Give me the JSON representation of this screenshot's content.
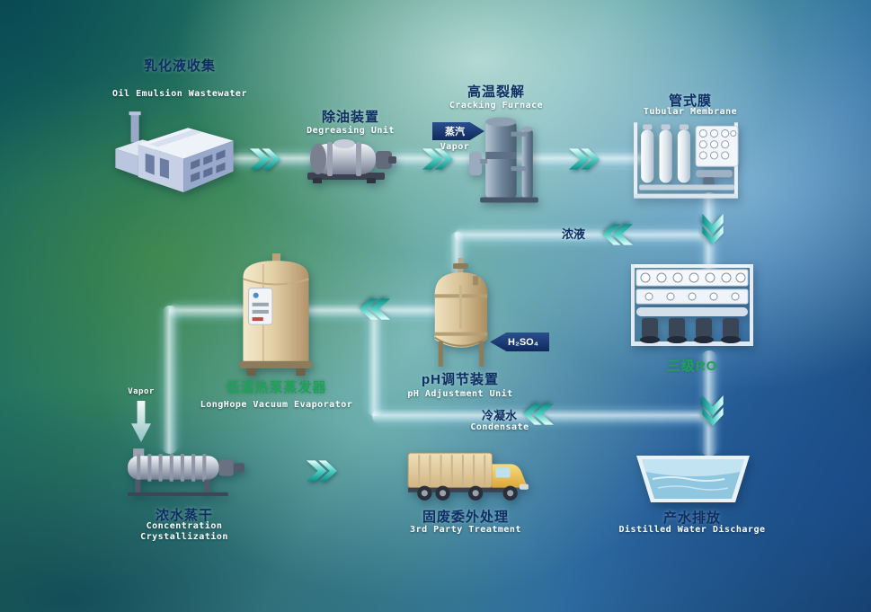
{
  "diagram": {
    "stages": {
      "factory": {
        "zh": "乳化液收集",
        "en": "Oil Emulsion Wastewater"
      },
      "degreasing": {
        "zh": "除油装置",
        "en": "Degreasing Unit"
      },
      "furnace": {
        "zh": "高温裂解",
        "en": "Cracking Furnace"
      },
      "membrane": {
        "zh": "管式膜",
        "en": "Tubular Membrane"
      },
      "ro": {
        "zh": "三级RO"
      },
      "ph_unit": {
        "zh": "pH调节装置",
        "en": "pH Adjustment Unit"
      },
      "evaporator": {
        "zh": "低温热泵蒸发器",
        "en": "LongHope Vacuum Evaporator"
      },
      "crystallizer": {
        "zh": "浓水蒸干",
        "en_line1": "Concentration",
        "en_line2": "Crystallization"
      },
      "truck": {
        "zh": "固废委外处理",
        "en": "3rd Party Treatment"
      },
      "pool": {
        "zh": "产水排放",
        "en": "Distilled Water Discharge"
      }
    },
    "flow_labels": {
      "steam": {
        "zh": "蒸汽",
        "en": "Vapor"
      },
      "concentrate": {
        "zh": "浓液"
      },
      "acid": {
        "formula": "H₂SO₄"
      },
      "condensate": {
        "zh": "冷凝水",
        "en": "Condensate"
      },
      "evaporator_vapor": {
        "en": "Vapor"
      }
    },
    "colors": {
      "label_navy": "#0d2f63",
      "label_green": "#1fa257",
      "label_white": "#ffffff",
      "chevron_teal": "#18b0a4",
      "flow_arrow_navy": "#15366b",
      "pipe_blue": "#cfeaf8"
    }
  }
}
